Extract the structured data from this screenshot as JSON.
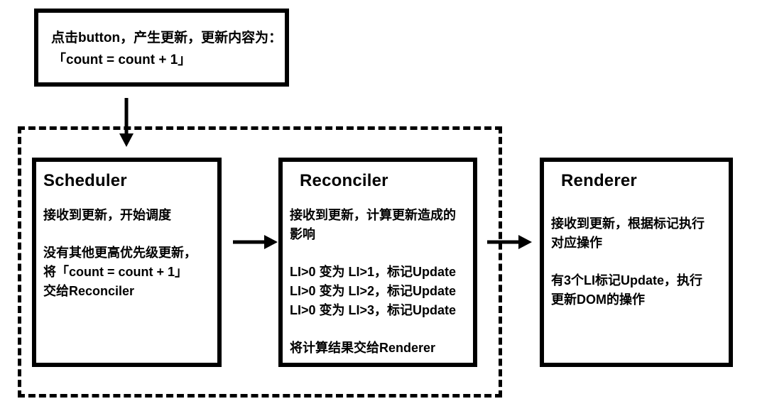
{
  "colors": {
    "ink": "#000000",
    "background": "#ffffff"
  },
  "trigger_box": {
    "line1": "点击button，产生更新，更新内容为：",
    "line2": "「count = count + 1」"
  },
  "scheduler": {
    "title": "Scheduler",
    "p1_lines": [
      "接收到更新，开始调度"
    ],
    "p2_lines": [
      "没有其他更高优先级更新，",
      "将「count = count + 1」",
      "交给Reconciler"
    ]
  },
  "reconciler": {
    "title": "Reconciler",
    "p1_lines": [
      "接收到更新，计算更新造成的",
      "影响"
    ],
    "p2_lines": [
      "LI>0 变为 LI>1，标记Update",
      "LI>0 变为 LI>2，标记Update",
      "LI>0 变为 LI>3，标记Update"
    ],
    "p3_lines": [
      "将计算结果交给Renderer"
    ]
  },
  "renderer": {
    "title": "Renderer",
    "p1_lines": [
      "接收到更新，根据标记执行",
      "对应操作"
    ],
    "p2_lines": [
      "有3个LI标记Update，执行",
      "更新DOM的操作"
    ]
  }
}
